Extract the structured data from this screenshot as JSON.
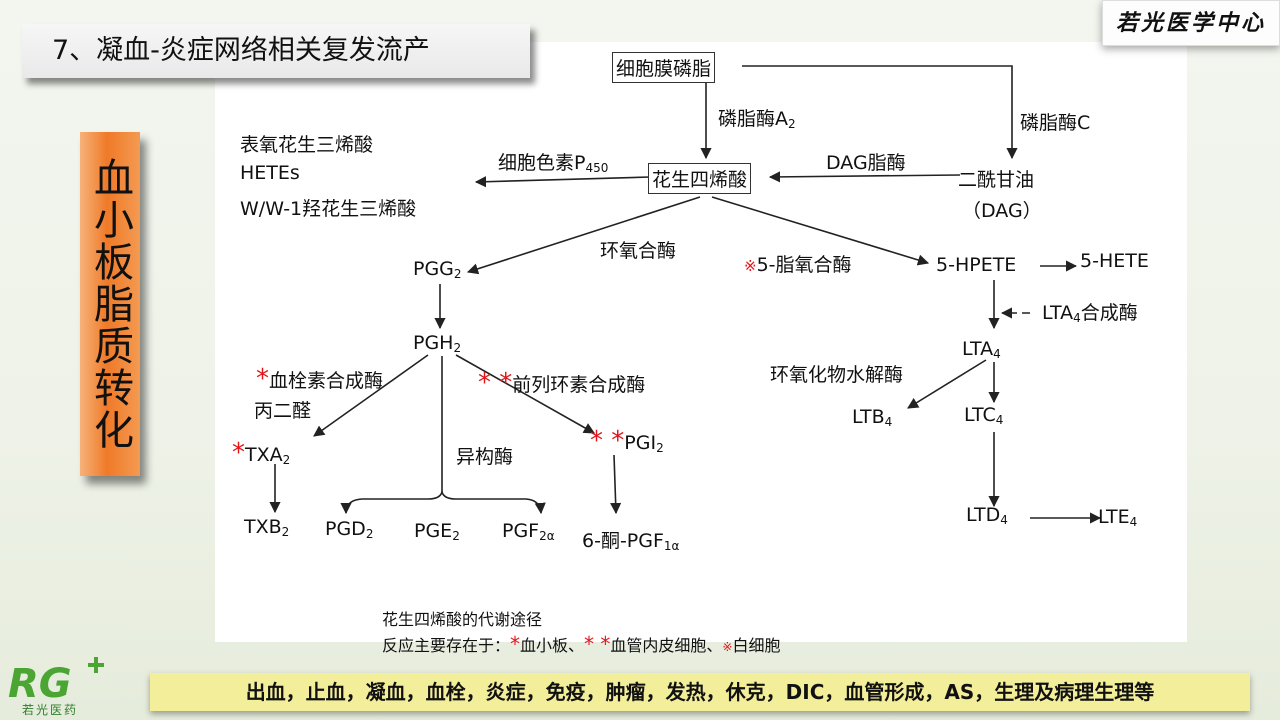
{
  "header": {
    "title": "7、凝血-炎症网络相关复发流产",
    "brand": "若光医学中心",
    "side_banner": "血小板脂质转化"
  },
  "diagram": {
    "membrane": "细胞膜磷脂",
    "pla2_label": "磷脂酶A",
    "pla2_sub": "2",
    "plc_label": "磷脂酶C",
    "aa": "花生四烯酸",
    "dag": "二酰甘油",
    "dag_abbr": "（DAG）",
    "dag_lipase": "DAG脂酶",
    "p450_label": "细胞色素P",
    "p450_sub": "450",
    "p450_products": [
      "表氧花生三烯酸",
      "HETEs",
      "W/W-1羟花生三烯酸"
    ],
    "cox": "环氧合酶",
    "lox_mark": "※",
    "lox": "5-脂氧合酶",
    "pgg": "PGG",
    "pgh": "PGH",
    "hpete": "5-HPETE",
    "hete": "5-HETE",
    "lta4_synthase": "LTA",
    "lta4_synthase_suffix": "合成酶",
    "lta": "LTA",
    "epoxide_hydrolase": "环氧化物水解酶",
    "ltb": "LTB",
    "ltc": "LTC",
    "ltd": "LTD",
    "lte": "LTE",
    "sub4": "4",
    "sub2": "2",
    "txa_synthase": "血栓素合成酶",
    "mda": "丙二醛",
    "pgi_synthase": "前列环素合成酶",
    "isomerase": "异构酶",
    "txa": "TXA",
    "txb": "TXB",
    "pgi": "PGI",
    "pgd": "PGD",
    "pge": "PGE",
    "pgf": "PGF",
    "pgf_sub": "2α",
    "keto": "6-酮-PGF",
    "keto_sub": "1α",
    "star1": "*",
    "star2": "* *"
  },
  "legend": {
    "title": "花生四烯酸的代谢途径",
    "prefix": "反应主要存在于：",
    "star1": "*",
    "platelet": "血小板、",
    "star2": "* *",
    "endothelium": "血管内皮细胞、",
    "mark3": "※",
    "leukocyte": "白细胞"
  },
  "footer": {
    "text": "出血，止血，凝血，血栓，炎症，免疫，肿瘤，发热，休克，DIC，血管形成，AS，生理及病理生理等",
    "logo_letters": "RG",
    "logo_text": "若光医药"
  },
  "colors": {
    "banner": "#ef7a28",
    "footer_bar": "#f3ee9a",
    "star": "#e0161b",
    "logo": "#4aa532"
  }
}
